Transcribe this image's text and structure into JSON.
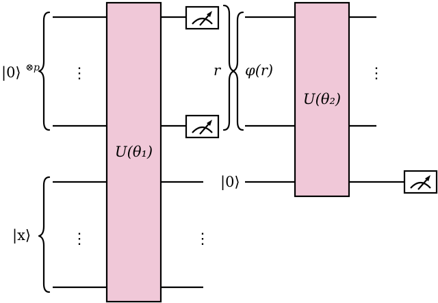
{
  "circuit_left": {
    "register_p_label": "|0⟩",
    "register_p_superscript": "⊗p",
    "register_x_label": "|x⟩",
    "gate_label": "U(θ₁)",
    "vertical_ellipsis": "⋮",
    "output_register_label": "r"
  },
  "circuit_right": {
    "input_state_label": "φ(r)",
    "ancilla_label": "|0⟩",
    "gate_label": "U(θ₂)",
    "vertical_ellipsis": "⋮"
  },
  "icons": {
    "measurement": "measurement-meter-icon"
  }
}
